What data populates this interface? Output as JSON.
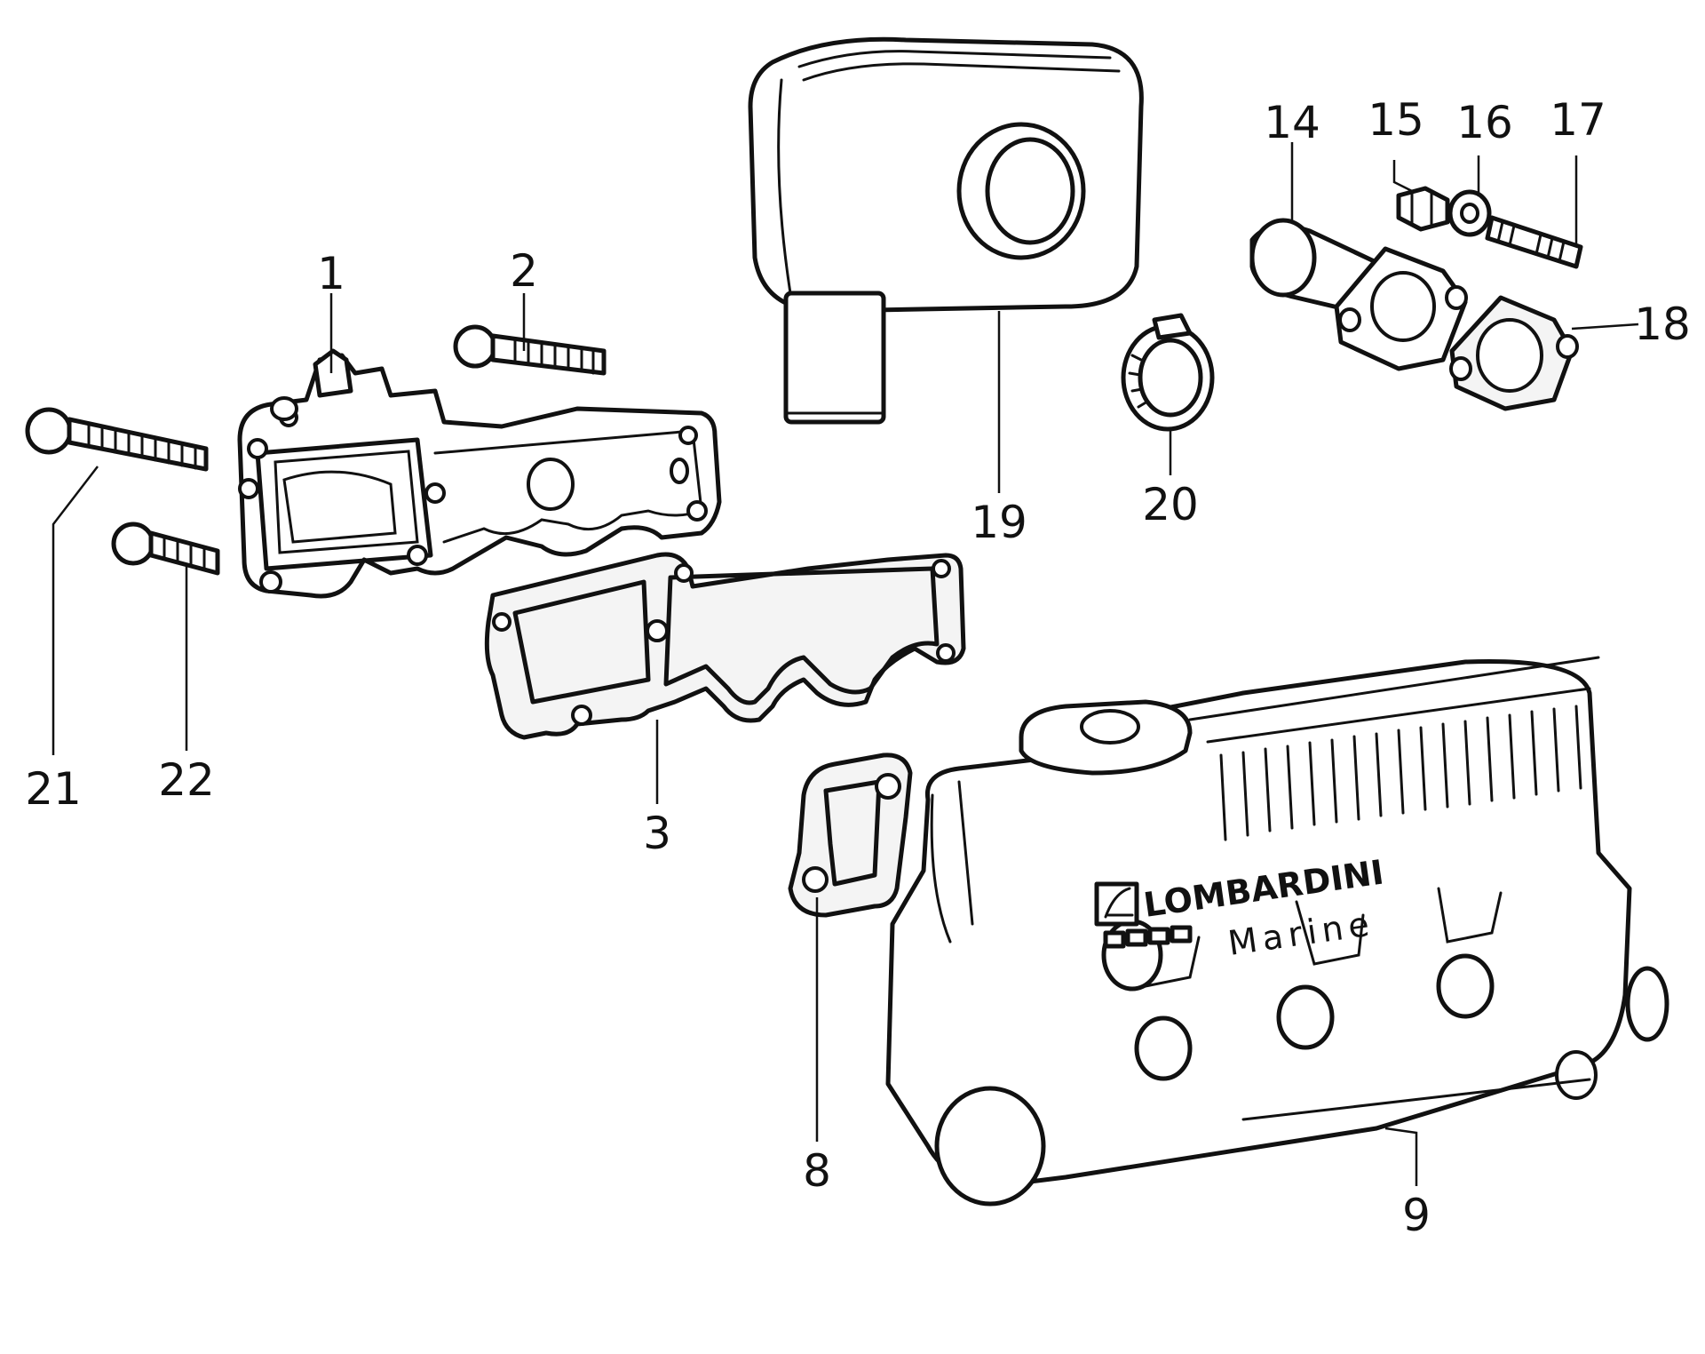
{
  "brand": {
    "name": "LOMBARDINI",
    "subline": "Marine"
  },
  "callouts": [
    {
      "id": "1",
      "label": "1"
    },
    {
      "id": "2",
      "label": "2"
    },
    {
      "id": "3",
      "label": "3"
    },
    {
      "id": "8",
      "label": "8"
    },
    {
      "id": "9",
      "label": "9"
    },
    {
      "id": "14",
      "label": "14"
    },
    {
      "id": "15",
      "label": "15"
    },
    {
      "id": "16",
      "label": "16"
    },
    {
      "id": "17",
      "label": "17"
    },
    {
      "id": "18",
      "label": "18"
    },
    {
      "id": "19",
      "label": "19"
    },
    {
      "id": "20",
      "label": "20"
    },
    {
      "id": "21",
      "label": "21"
    },
    {
      "id": "22",
      "label": "22"
    }
  ]
}
